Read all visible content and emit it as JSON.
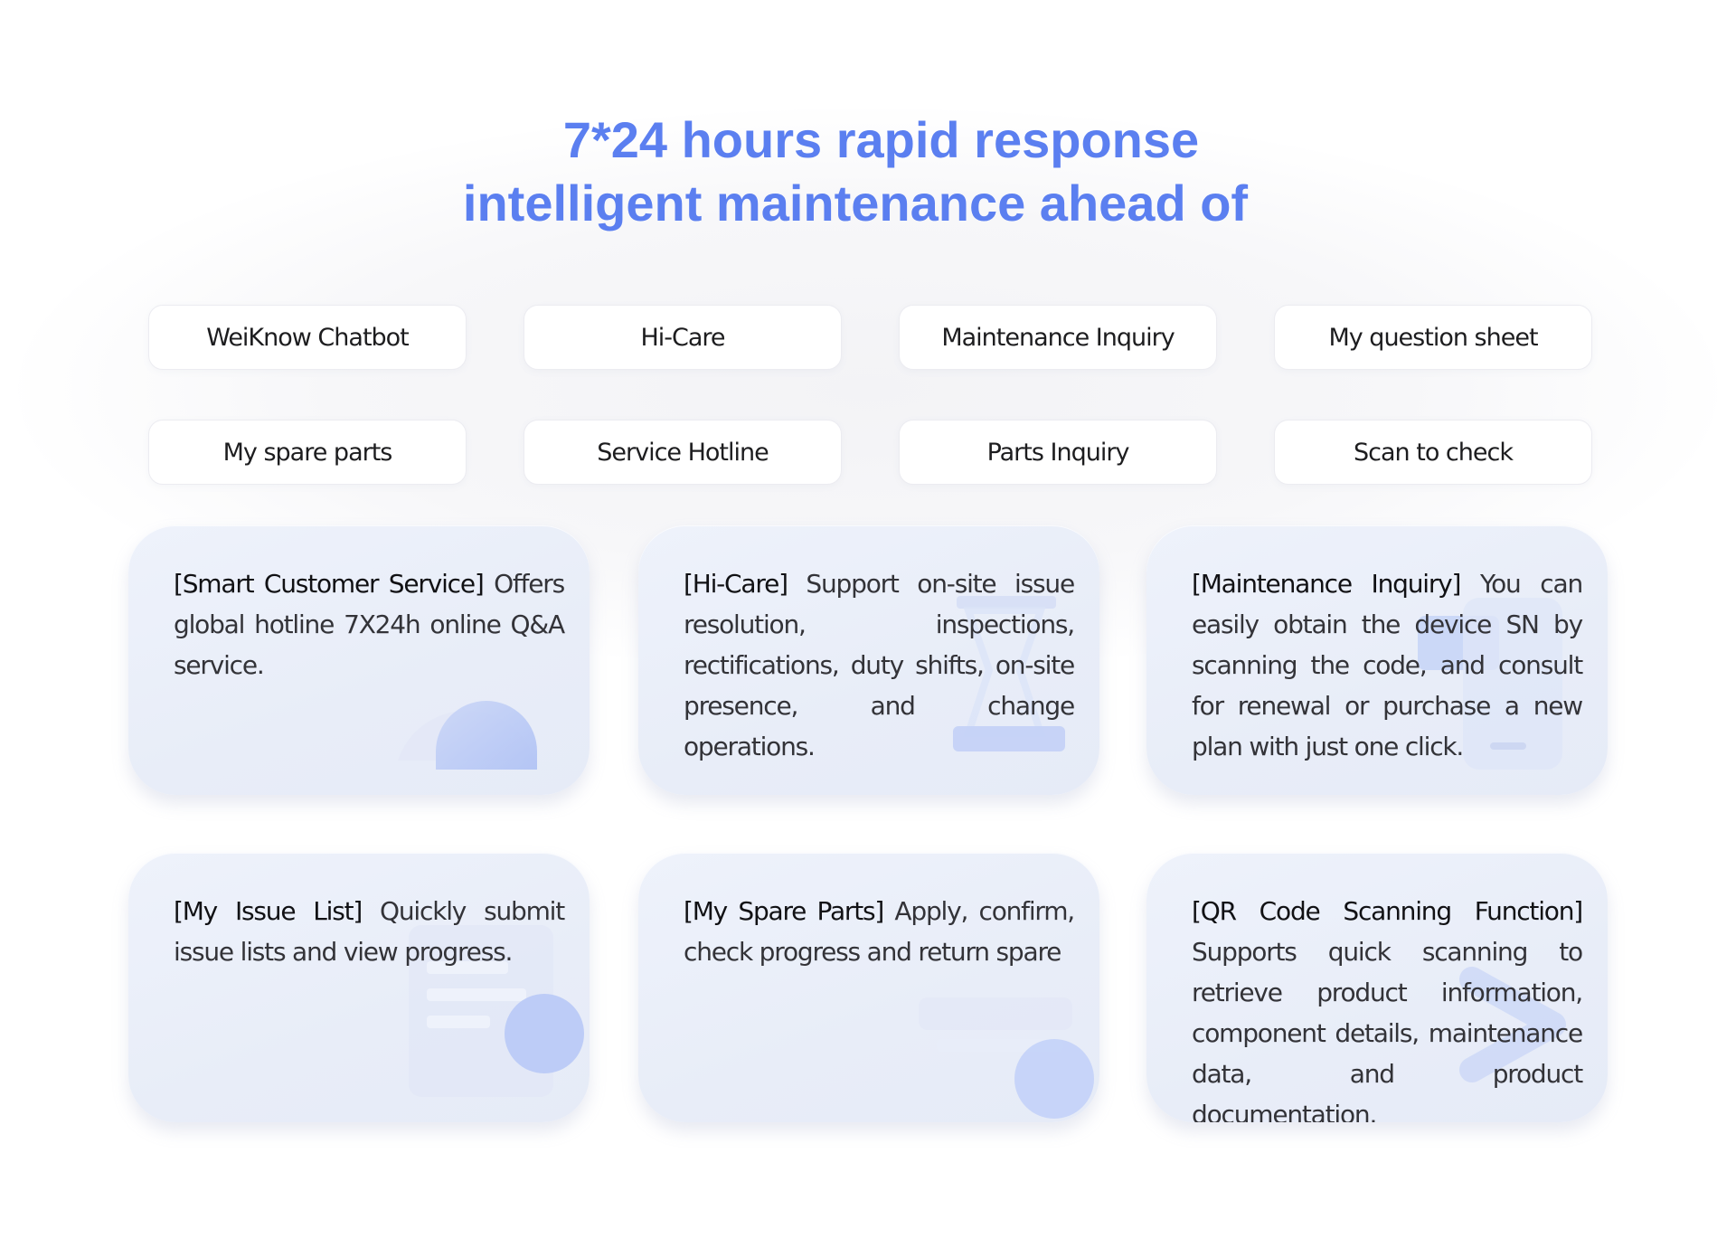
{
  "headline": {
    "line1": "7*24 hours rapid response",
    "line2": "intelligent maintenance ahead of"
  },
  "pills": [
    "WeiKnow Chatbot",
    "Hi-Care",
    "Maintenance Inquiry",
    "My question sheet",
    "My spare parts",
    "Service Hotline",
    "Parts Inquiry",
    "Scan to check"
  ],
  "cards": [
    {
      "title": "[Smart Customer Service]",
      "body": " Offers global hotline 7X24h online Q&A service."
    },
    {
      "title": "[Hi-Care]",
      "body": " Support on-site issue resolution, inspections, rectifications, duty shifts, on-site presence, and change operations."
    },
    {
      "title": "[Maintenance Inquiry]",
      "body": " You can easily obtain the device SN by scanning the code, and consult for renewal or purchase a new plan with just one click."
    },
    {
      "title": "[My Issue List]",
      "body": " Quickly submit issue lists and view progress."
    },
    {
      "title": "[My Spare Parts]",
      "body": " Apply, confirm, check progress and return spare"
    },
    {
      "title": "[QR Code Scanning Function]",
      "body": " Supports quick scanning to retrieve product information, component details, maintenance data, and product documentation."
    }
  ],
  "colors": {
    "accent": "#5b7ff0",
    "card_bg": "#eaeef9",
    "pill_border": "#ececf1",
    "text": "#333338"
  }
}
